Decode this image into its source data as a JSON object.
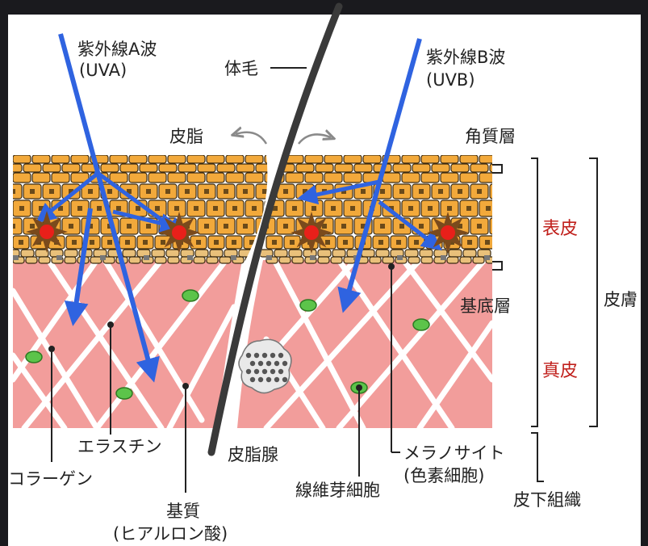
{
  "labels": {
    "uva_line1": "紫外線A波",
    "uva_line2": "(UVA)",
    "uvb_line1": "紫外線B波",
    "uvb_line2": "(UVB)",
    "body_hair": "体毛",
    "sebum": "皮脂",
    "stratum_corneum": "角質層",
    "epidermis": "表皮",
    "basal_layer": "基底層",
    "dermis": "真皮",
    "skin": "皮膚",
    "elastin": "エラスチン",
    "collagen": "コラーゲン",
    "sebaceous_gland": "皮脂腺",
    "fibroblast": "線維芽細胞",
    "melanocyte_line1": "メラノサイト",
    "melanocyte_line2": "(色素細胞)",
    "subcutaneous": "皮下組織",
    "matrix_line1": "基質",
    "matrix_line2": "(ヒアルロン酸)"
  },
  "colors": {
    "background": "#ffffff",
    "frame": "#1a1a1e",
    "cell_fill": "#f2a93b",
    "cell_edge": "#3a2a12",
    "dermis": "#f29d9b",
    "fiber": "#ffffff",
    "fibroblast": "#5cc44a",
    "uv_arrow": "#2f63e0",
    "hair": "#3a3a3a",
    "damage_star": "#7a4a1c",
    "damage_dot": "#e8201a",
    "layer_label": "#c0201c"
  },
  "icons": [
    "damage-star-icon",
    "uv-arrow-icon",
    "sebum-flow-icon"
  ]
}
